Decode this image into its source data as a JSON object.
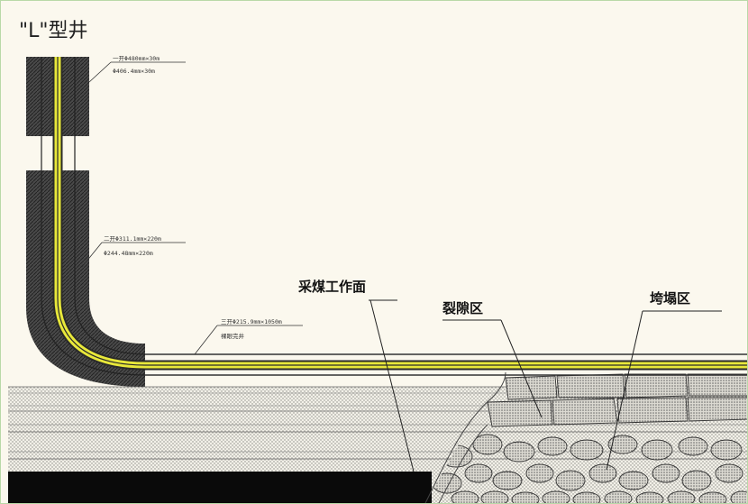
{
  "title": "\"L\"型井",
  "casing_notes": [
    {
      "line1": "一开Φ480mm×30m",
      "line2": "Φ406.4mm×30m"
    },
    {
      "line1": "二开Φ311.1mm×220m",
      "line2": "Φ244.48mm×220m"
    },
    {
      "line1": "三开Φ215.9mm×1050m",
      "line2": "裸眼完井"
    }
  ],
  "zones": {
    "work_face": "采煤工作面",
    "fracture": "裂隙区",
    "collapse": "垮塌区"
  },
  "colors": {
    "background": "#fbf8ee",
    "well_fill": "#e8e83a",
    "casing": "#3a3a3a",
    "coal_seam": "#0a0a0a",
    "rock_dots": "#8a8a84"
  }
}
